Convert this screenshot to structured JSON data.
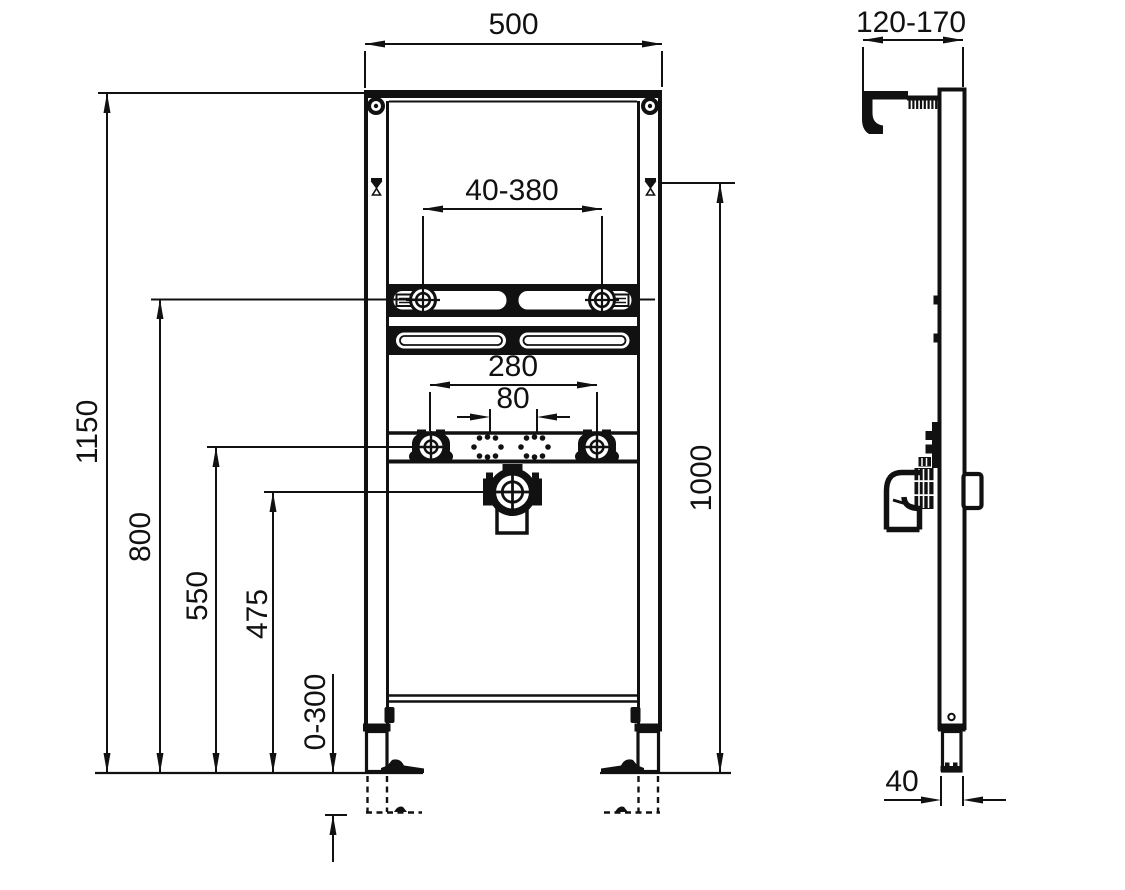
{
  "drawing": {
    "type": "technical-installation-diagram",
    "ink_color": "#111111",
    "background": "#ffffff",
    "dimensions": {
      "frame_width": "500",
      "wall_bracket_depth": "120-170",
      "tap_hole_range": "40-380",
      "stud_spacing": "280",
      "drain_fix_spacing": "80",
      "frame_height": "1150",
      "tap_rail_height": "800",
      "stud_height": "550",
      "drain_height": "475",
      "leg_adjustment": "0-300",
      "upper_fixing_height": "1000",
      "foot_depth": "40"
    }
  }
}
